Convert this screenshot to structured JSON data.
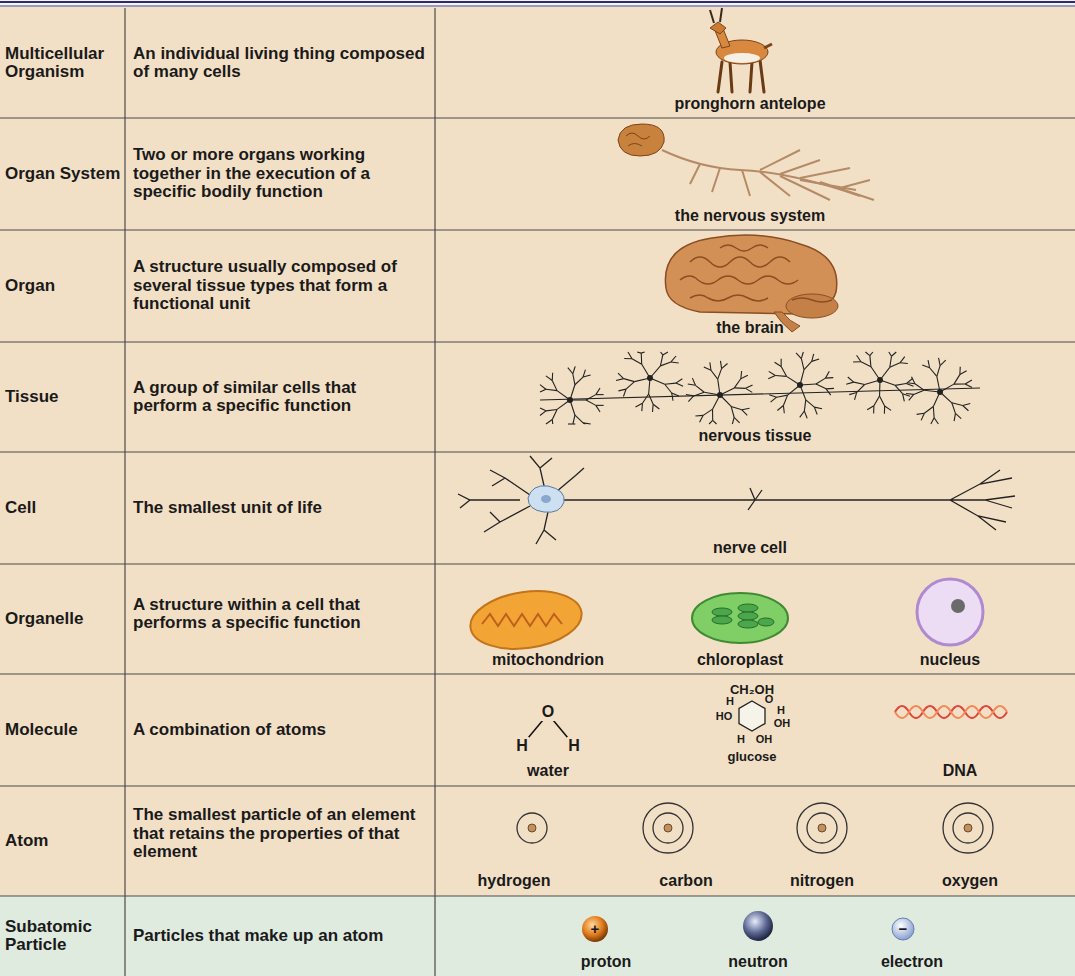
{
  "diagram": {
    "labels": [
      "Multicellular Organism",
      "An individual living thing composed of many cells",
      "pronghorn antelope",
      "Organ System",
      "Two or more organs working together in the execution of a specific bodily function",
      "the nervous system",
      "Organ",
      "A structure usually composed of several tissue types that form a functional unit",
      "the brain",
      "Tissue",
      "A group of similar cells that perform a specific function",
      "nervous tissue",
      "Cell",
      "The smallest unit of life",
      "nerve cell",
      "Organelle",
      "A structure within a cell that performs a specific function",
      "mitochondrion",
      "chloroplast",
      "nucleus",
      "Molecule",
      "A combination of atoms",
      "O",
      "H",
      "H",
      "water",
      "CH₂OH",
      "H",
      "O",
      "H",
      "HO",
      "OH",
      "H",
      "OH",
      "glucose",
      "DNA",
      "Atom",
      "The smallest particle of an element that retains the properties of that element",
      "hydrogen",
      "carbon",
      "nitrogen",
      "oxygen",
      "Subatomic Particle",
      "Particles that make up an atom",
      "+",
      "proton",
      "neutron",
      "−",
      "electron"
    ]
  }
}
